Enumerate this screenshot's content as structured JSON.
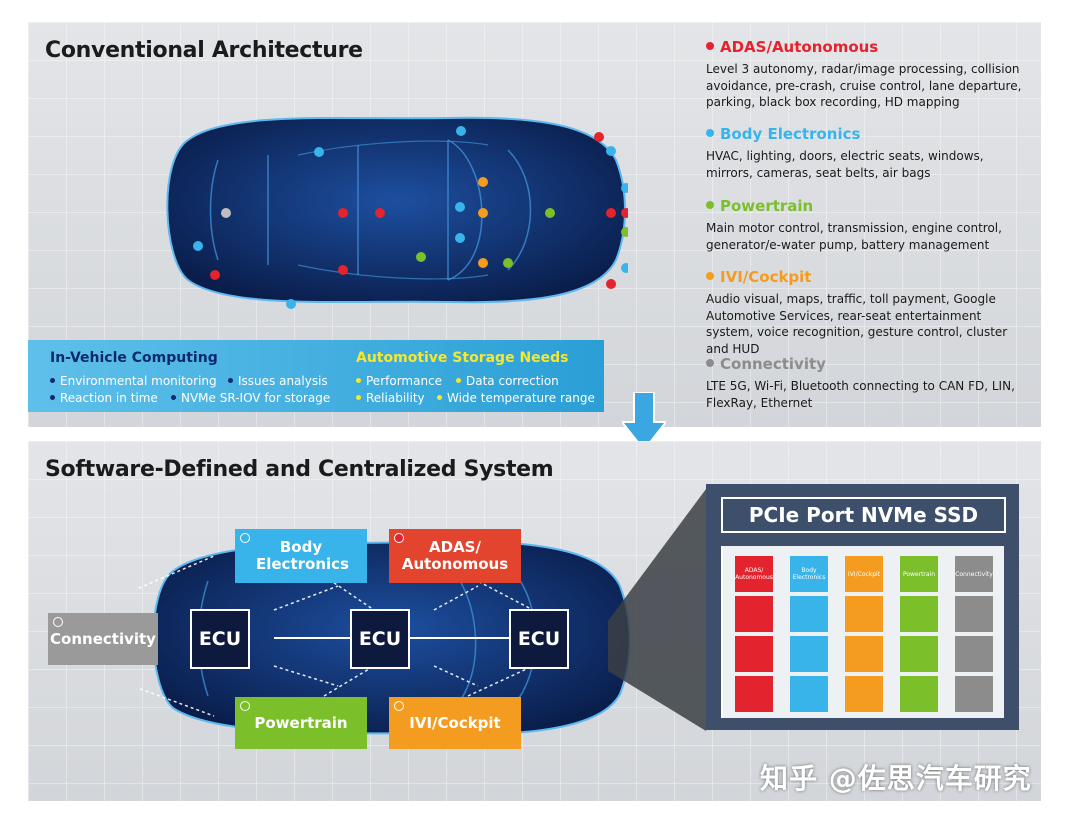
{
  "top": {
    "title": "Conventional Architecture",
    "categories": [
      {
        "name": "ADAS/Autonomous",
        "color": "#e3232d",
        "desc": "Level 3 autonomy, radar/image processing, collision avoidance, pre-crash, cruise control, lane departure, parking, black box recording, HD mapping"
      },
      {
        "name": "Body Electronics",
        "color": "#39b4ea",
        "desc": "HVAC, lighting, doors, electric seats, windows, mirrors, cameras, seat belts, air bags"
      },
      {
        "name": "Powertrain",
        "color": "#7bbf2b",
        "desc": "Main motor control, transmission, engine control, generator/e-water pump, battery management"
      },
      {
        "name": "IVI/Cockpit",
        "color": "#f39c1f",
        "desc": "Audio visual, maps, traffic, toll payment, Google Automotive Services, rear-seat entertainment system, voice recognition, gesture control, cluster and HUD"
      },
      {
        "name": "Connectivity",
        "color": "#8c8c8c",
        "desc": "LTE 5G, Wi-Fi, Bluetooth connecting to CAN FD, LIN, FlexRay, Ethernet"
      }
    ],
    "in_vehicle": {
      "title": "In-Vehicle Computing",
      "items": [
        "Environmental monitoring",
        "Issues analysis",
        "Reaction in time",
        "NVMe SR-IOV for storage"
      ]
    },
    "storage": {
      "title": "Automotive Storage Needs",
      "items": [
        "Performance",
        "Data correction",
        "Reliability",
        "Wide temperature range"
      ]
    }
  },
  "bottom": {
    "title": "Software-Defined and Centralized System",
    "boxes": {
      "body": "Body Electronics",
      "adas": "ADAS/ Autonomous",
      "powertrain": "Powertrain",
      "ivi": "IVI/Cockpit",
      "connectivity": "Connectivity"
    },
    "ecu_label": "ECU",
    "ssd": {
      "title": "PCIe Port NVMe SSD",
      "columns": [
        {
          "label": "ADAS/ Autonomous",
          "color": "#e3232d"
        },
        {
          "label": "Body Electronics",
          "color": "#39b4ea"
        },
        {
          "label": "IVI/Cockpit",
          "color": "#f39c1f"
        },
        {
          "label": "Powertrain",
          "color": "#7bbf2b"
        },
        {
          "label": "Connectivity",
          "color": "#8c8c8c"
        }
      ]
    }
  },
  "watermark": "知乎 @佐思汽车研究"
}
